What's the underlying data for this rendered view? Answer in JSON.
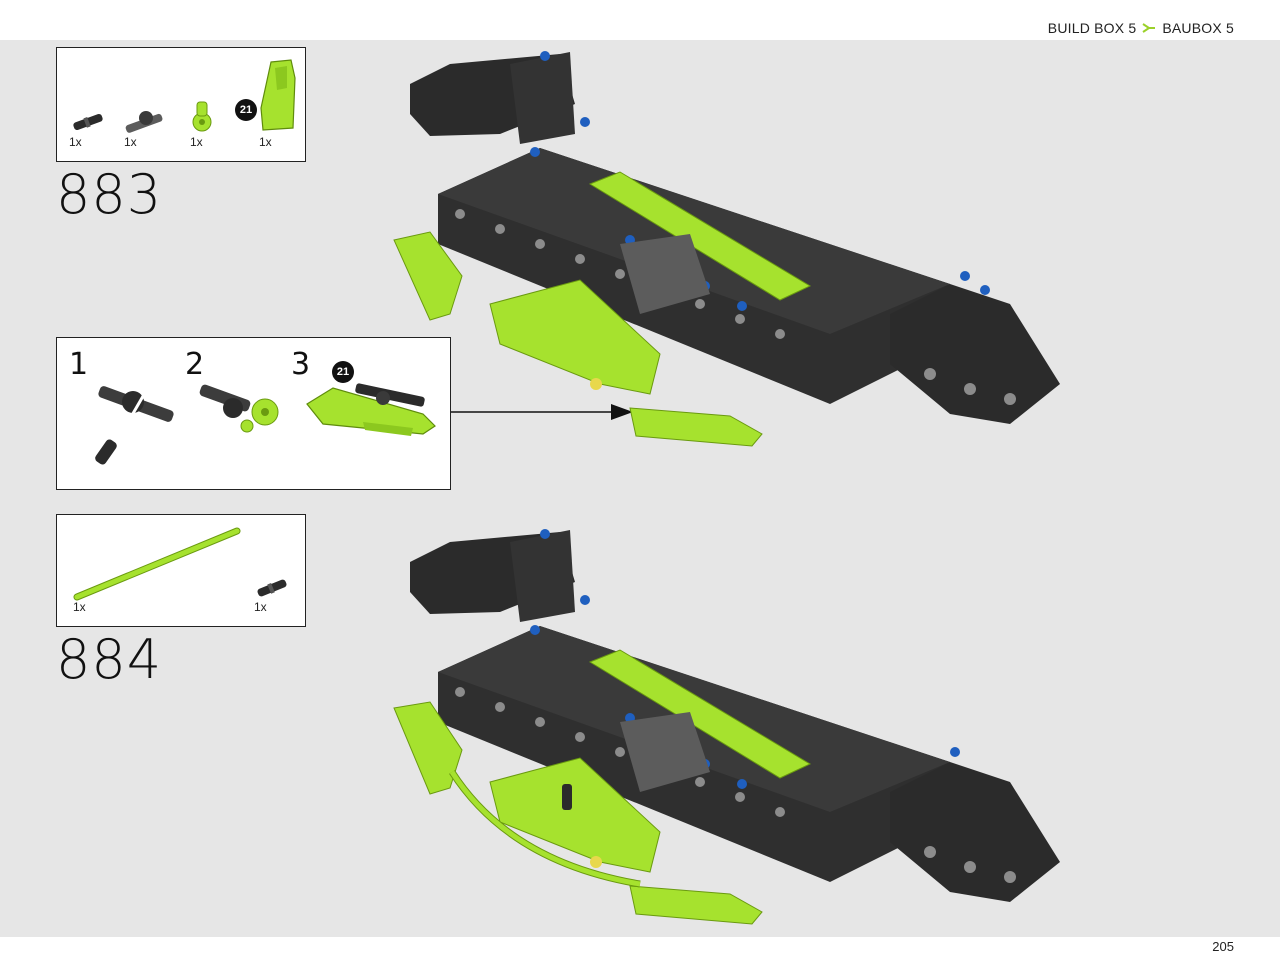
{
  "header": {
    "breadcrumb_en": "BUILD BOX 5",
    "breadcrumb_de": "BAUBOX 5"
  },
  "colors": {
    "lime": "#a6e22e",
    "black_part": "#2b2b2b",
    "grey_part": "#5c5c5c",
    "blue_pin": "#1f5fbf",
    "background": "#e6e6e6"
  },
  "step883": {
    "number": "883",
    "parts": [
      {
        "qty": "1x",
        "icon": "black-pin-icon"
      },
      {
        "qty": "1x",
        "icon": "dark-grey-cross-connector-icon"
      },
      {
        "qty": "1x",
        "icon": "lime-ball-connector-icon"
      },
      {
        "qty": "1x",
        "icon": "lime-panel-icon",
        "badge": "21"
      }
    ],
    "substeps": [
      {
        "number": "1"
      },
      {
        "number": "2"
      },
      {
        "number": "3",
        "badge": "21"
      }
    ]
  },
  "step884": {
    "number": "884",
    "parts": [
      {
        "qty": "1x",
        "icon": "lime-flex-axle-icon"
      },
      {
        "qty": "1x",
        "icon": "black-pin-icon"
      }
    ]
  },
  "footer": {
    "page_number": "205"
  }
}
